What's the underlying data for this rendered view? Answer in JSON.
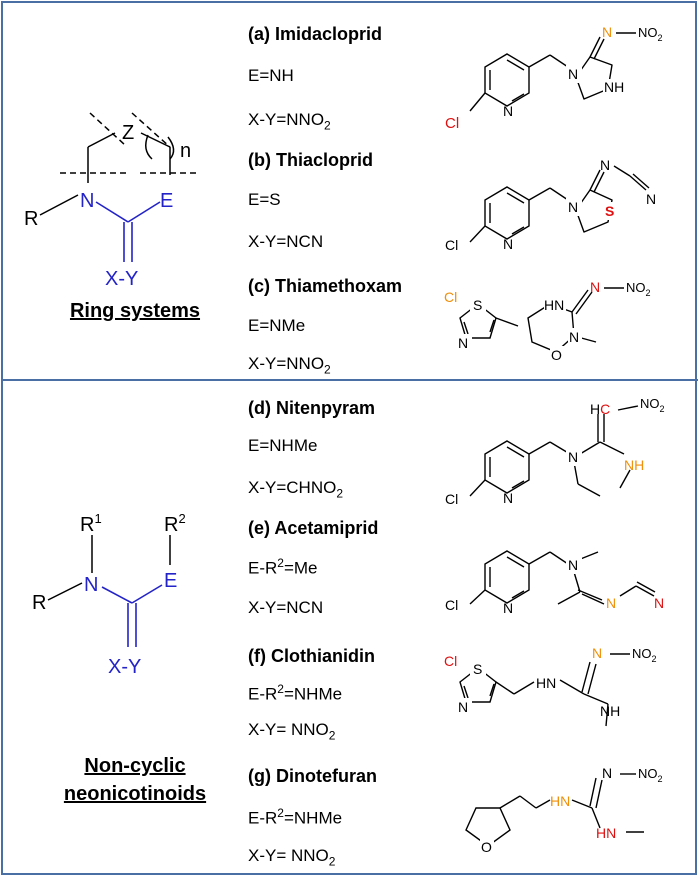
{
  "sections": {
    "ring": "Ring systems",
    "noncyclic_line1": "Non-cyclic",
    "noncyclic_line2": "neonicotinoids"
  },
  "scaffold_ring": {
    "R": "R",
    "N": "N",
    "E": "E",
    "Z": "Z",
    "n": "n",
    "XY": "X-Y"
  },
  "scaffold_open": {
    "R": "R",
    "R1": "R",
    "sup1": "1",
    "R2": "R",
    "sup2": "2",
    "N": "N",
    "E": "E",
    "XY": "X-Y"
  },
  "compounds": [
    {
      "name": "(a) Imidacloprid",
      "line1": "E=NH",
      "line2a": "X-Y=NNO",
      "line2sub": "2"
    },
    {
      "name": "(b) Thiacloprid",
      "line1": "E=S",
      "line2a": "X-Y=NCN",
      "line2sub": ""
    },
    {
      "name": "(c) Thiamethoxam",
      "line1": "E=NMe",
      "line2a": "X-Y=NNO",
      "line2sub": "2"
    },
    {
      "name": "(d) Nitenpyram",
      "line1": "E=NHMe",
      "line2a": "X-Y=CHNO",
      "line2sub": "2"
    },
    {
      "name": "(e) Acetamiprid",
      "line1a": "E-R",
      "line1sup": "2",
      "line1b": "=Me",
      "line2a": "X-Y=NCN",
      "line2sub": ""
    },
    {
      "name": "(f) Clothianidin",
      "line1a": "E-R",
      "line1sup": "2",
      "line1b": "=NHMe",
      "line2a": "X-Y= NNO",
      "line2sub": "2"
    },
    {
      "name": "(g) Dinotefuran",
      "line1a": "E-R",
      "line1sup": "2",
      "line1b": "=NHMe",
      "line2a": "X-Y= NNO",
      "line2sub": "2"
    }
  ],
  "atoms": {
    "Cl": "Cl",
    "N": "N",
    "NH": "NH",
    "HN": "HN",
    "S": "S",
    "O": "O",
    "C": "C",
    "HC": "H",
    "NO2": "NO",
    "NO2sub": "2"
  },
  "colors": {
    "frame": "#4a6fa5",
    "blue": "#2323c8",
    "orange": "#f0900a",
    "red": "#e01010",
    "black": "#000000"
  }
}
